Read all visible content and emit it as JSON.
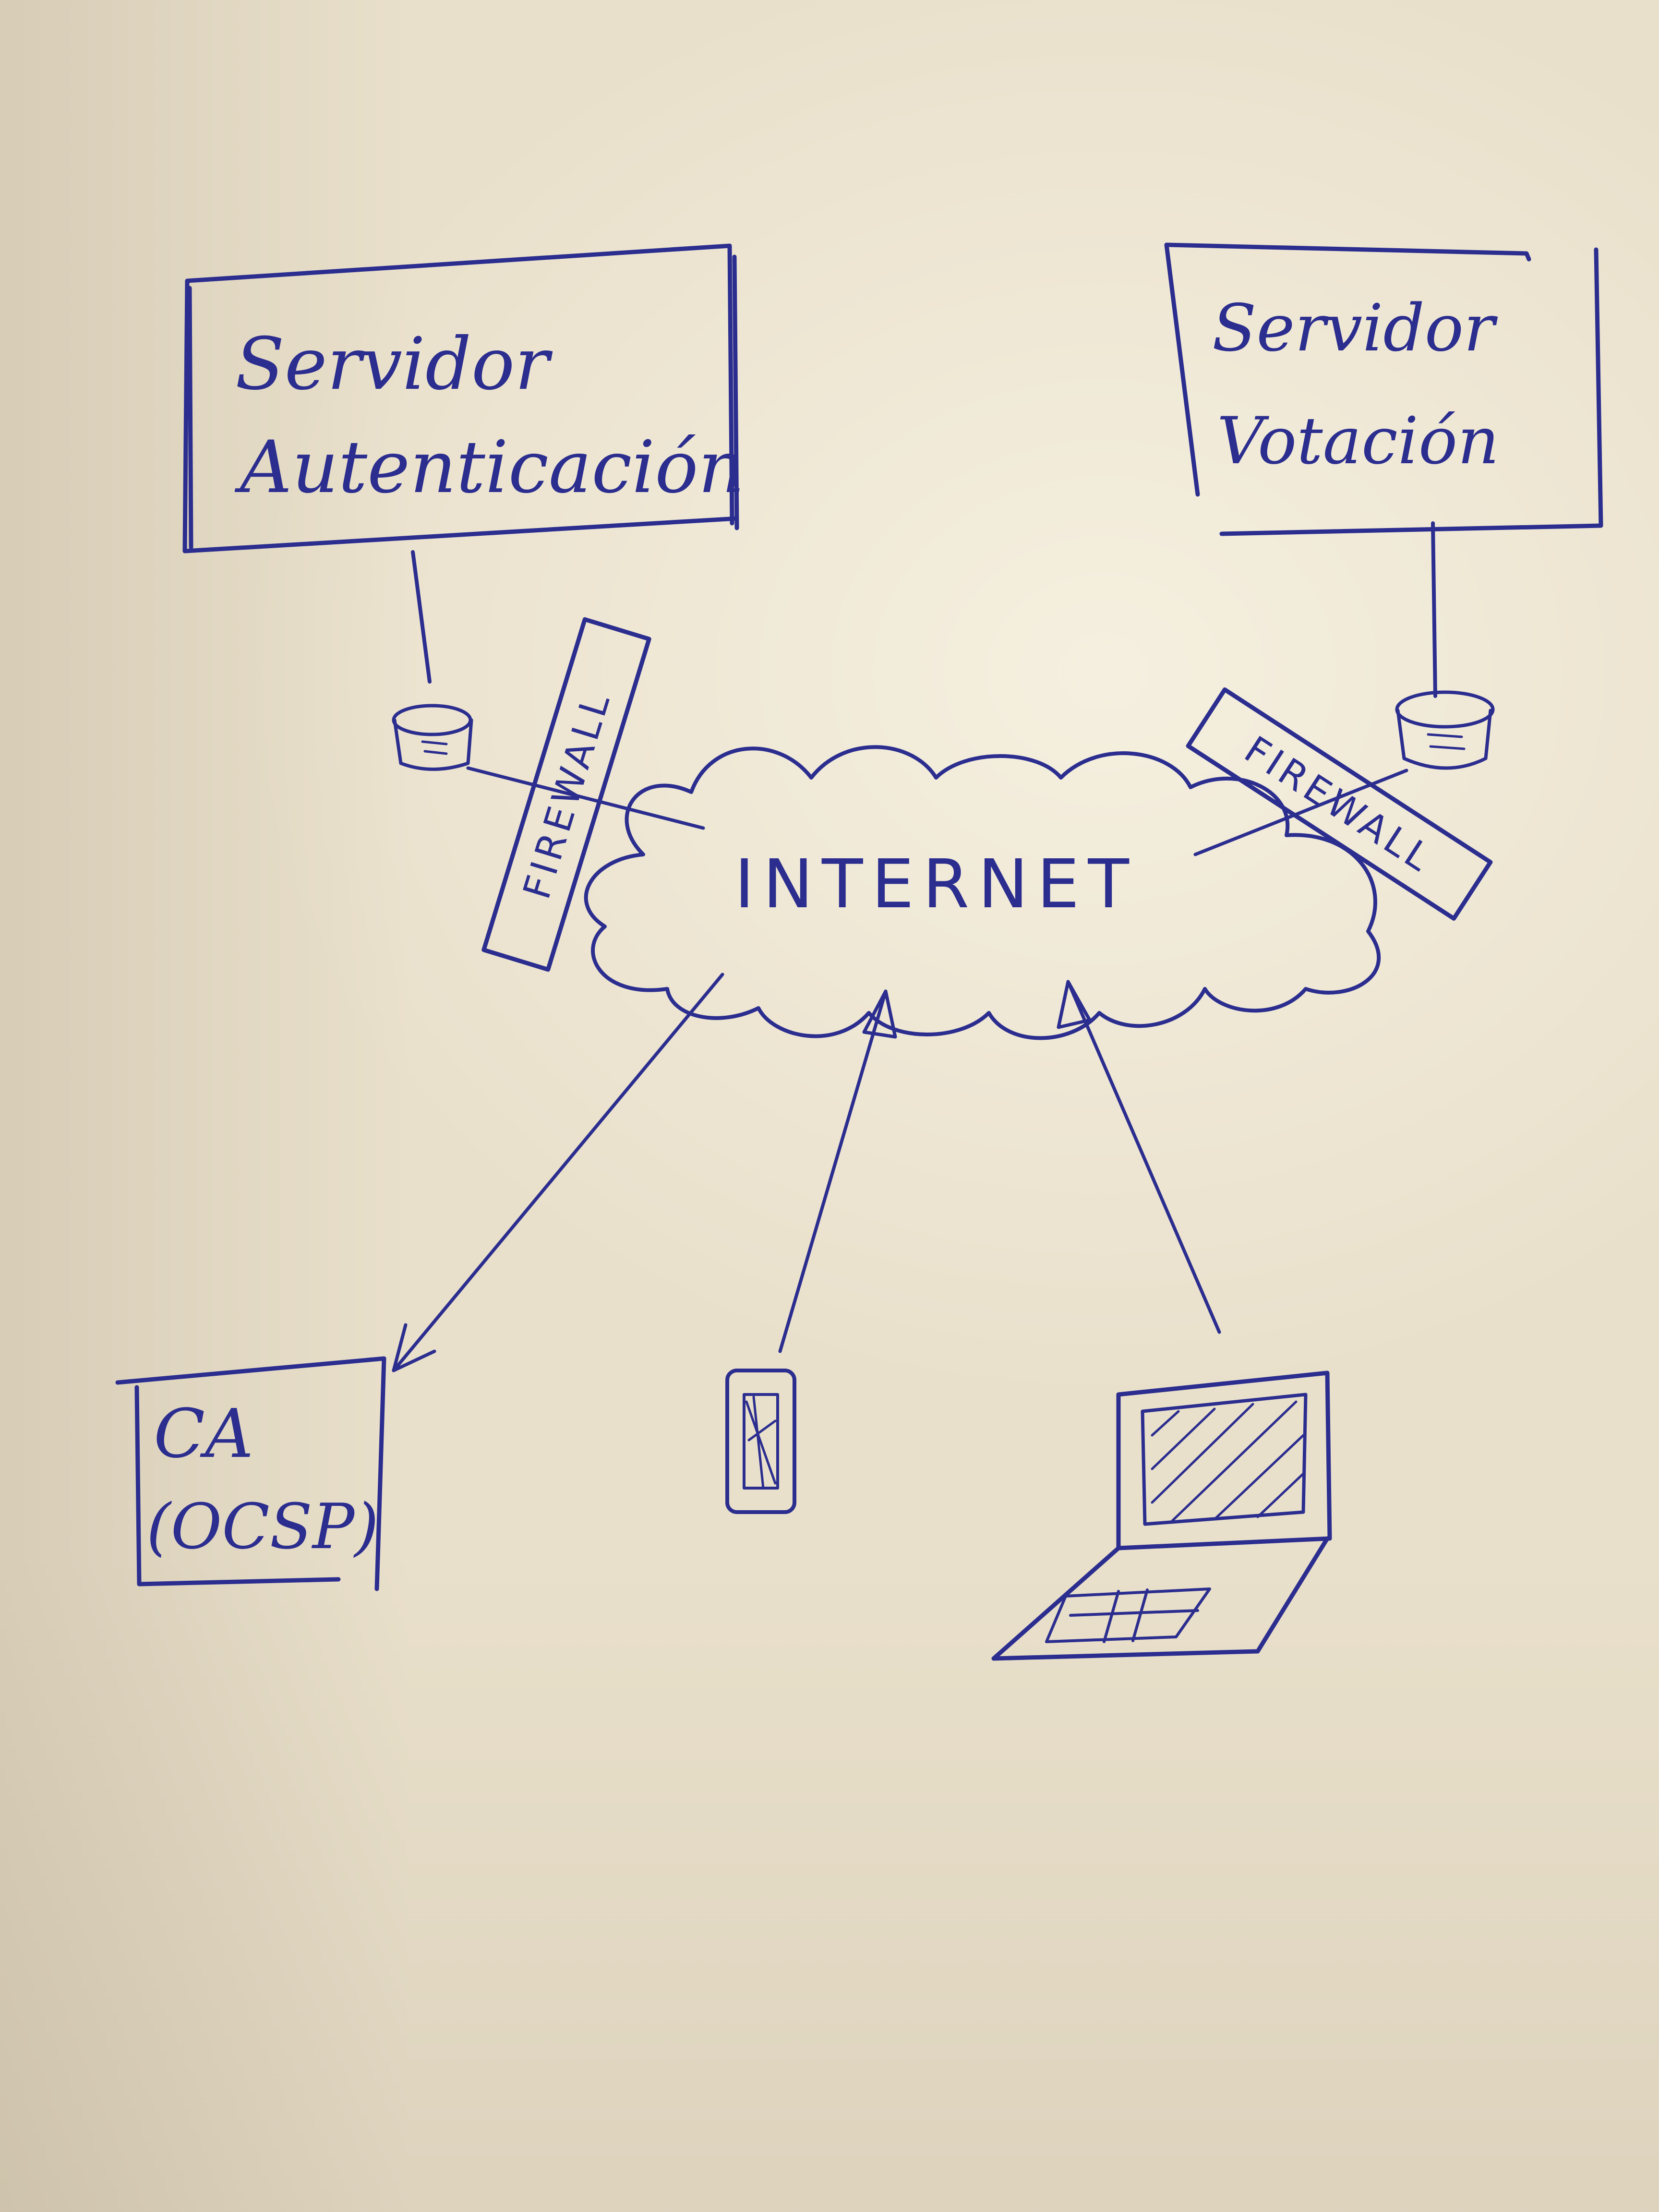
{
  "diagram": {
    "ink_color": "#2b2d8f",
    "paper_color": "#e9e0cb",
    "auth_server": {
      "line1": "Servidor",
      "line2": "Autenticación"
    },
    "vote_server": {
      "line1": "Servidor",
      "line2": "Votación"
    },
    "cloud": {
      "label": "INTERNET"
    },
    "firewall_left": {
      "label": "FIREWALL"
    },
    "firewall_right": {
      "label": "FIREWALL"
    },
    "ca": {
      "line1": "CA",
      "line2": "(OCSP)"
    },
    "icons": [
      "database-icon",
      "database-icon",
      "smartphone-icon",
      "laptop-icon",
      "cloud-icon"
    ]
  }
}
